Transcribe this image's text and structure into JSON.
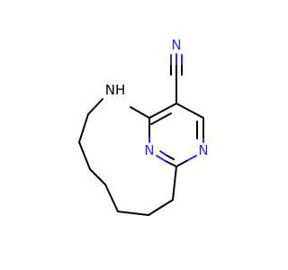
{
  "molecule": {
    "atoms": {
      "nitrile_n": {
        "label": "N",
        "color": "#2a2af5"
      },
      "amine": {
        "label": "NH",
        "color": "#000000"
      },
      "ring_n_left": {
        "label": "N",
        "color": "#2a2af5"
      },
      "ring_n_right": {
        "label": "N",
        "color": "#2a2af5"
      }
    }
  }
}
